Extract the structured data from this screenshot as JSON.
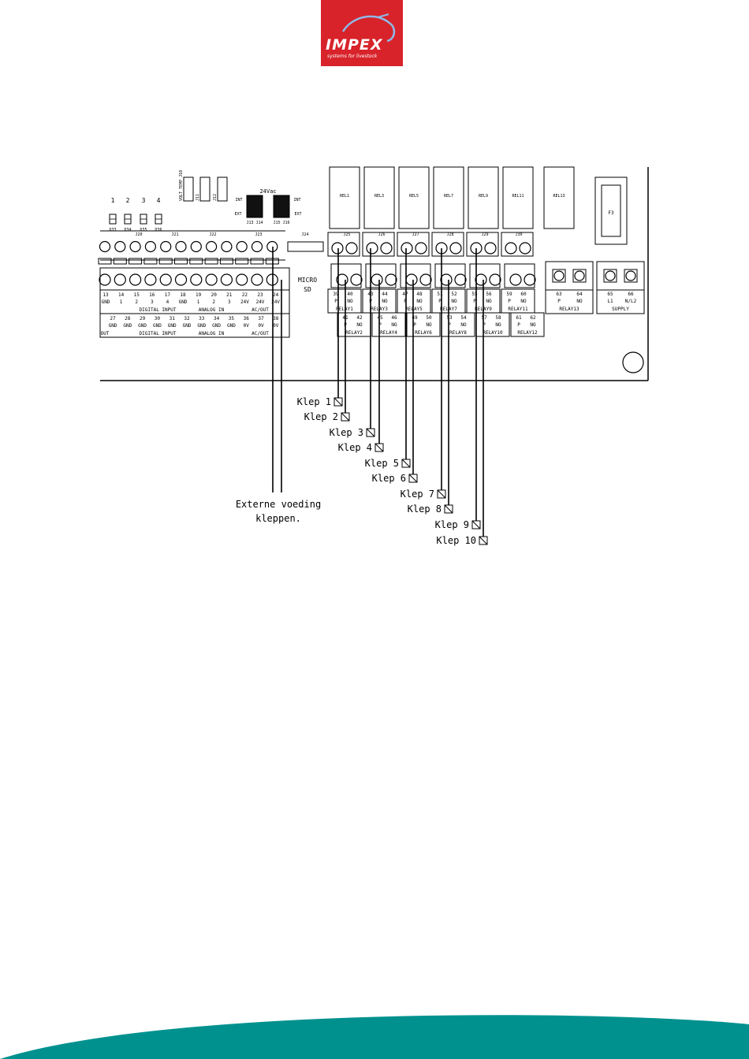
{
  "logo": {
    "brand": "IMPEX",
    "tagline": "systems for livestock",
    "color": "#d8232a"
  },
  "board": {
    "leds": [
      "1",
      "2",
      "3",
      "4"
    ],
    "led_ids": [
      "D33",
      "D34",
      "D35",
      "D36"
    ],
    "jumper_labels": [
      "VOLT TEMP J10",
      "J11",
      "J12"
    ],
    "supply_header": "24Vac",
    "int_label": "INT",
    "ext_label": "EXT",
    "jumper_ids_a": "J13 J14",
    "jumper_ids_b": "J15 J16",
    "connector_ids": [
      "J20",
      "J21",
      "J22",
      "J23",
      "J24",
      "J25",
      "J26",
      "J27",
      "J28",
      "J29",
      "J30"
    ],
    "micro_sd": [
      "MICRO",
      "SD"
    ],
    "relay_coils": [
      "REL1",
      "REL3",
      "REL5",
      "REL7",
      "REL9",
      "REL11",
      "REL13"
    ],
    "fuse": "F3",
    "upper_numbers": [
      "13",
      "14",
      "15",
      "16",
      "17",
      "18",
      "19",
      "20",
      "21",
      "22",
      "23",
      "24"
    ],
    "upper_funcs": [
      "GND",
      "1",
      "2",
      "3",
      "4",
      "GND",
      "1",
      "2",
      "3",
      "24V",
      "24V",
      "24V"
    ],
    "upper_groups": [
      "DIGITAL INPUT",
      "ANALOG IN",
      "AC/OUT"
    ],
    "lower_numbers": [
      "27",
      "28",
      "29",
      "30",
      "31",
      "32",
      "33",
      "34",
      "35",
      "36",
      "37",
      "38"
    ],
    "lower_funcs": [
      "GND",
      "GND",
      "GND",
      "GND",
      "GND",
      "GND",
      "GND",
      "GND",
      "GND",
      "0V",
      "0V",
      "0V"
    ],
    "lower_groups": [
      "DIGITAL INPUT",
      "ANALOG IN",
      "AC/OUT"
    ],
    "left_edge_partial": [
      "OUT"
    ],
    "relay_upper": [
      {
        "n": [
          "39",
          "40"
        ],
        "name": "RELAY1"
      },
      {
        "n": [
          "43",
          "44"
        ],
        "name": "RELAY3"
      },
      {
        "n": [
          "47",
          "48"
        ],
        "name": "RELAY5"
      },
      {
        "n": [
          "51",
          "52"
        ],
        "name": "RELAY7"
      },
      {
        "n": [
          "55",
          "56"
        ],
        "name": "RELAY9"
      },
      {
        "n": [
          "59",
          "60"
        ],
        "name": "RELAY11"
      }
    ],
    "relay_lower": [
      {
        "n": [
          "41",
          "42"
        ],
        "name": "RELAY2"
      },
      {
        "n": [
          "45",
          "46"
        ],
        "name": "RELAY4"
      },
      {
        "n": [
          "49",
          "50"
        ],
        "name": "RELAY6"
      },
      {
        "n": [
          "53",
          "54"
        ],
        "name": "RELAY8"
      },
      {
        "n": [
          "57",
          "58"
        ],
        "name": "RELAY10"
      },
      {
        "n": [
          "61",
          "62"
        ],
        "name": "RELAY12"
      }
    ],
    "relay_pins": [
      "P",
      "NO"
    ],
    "relay13": {
      "n": [
        "63",
        "64"
      ],
      "pins": [
        "P",
        "NO"
      ],
      "name": "RELAY13"
    },
    "supply": {
      "n": [
        "65",
        "66"
      ],
      "pins": [
        "L1",
        "N/L2"
      ],
      "name": "SUPPLY"
    }
  },
  "valves": [
    "Klep 1",
    "Klep 2",
    "Klep 3",
    "Klep 4",
    "Klep 5",
    "Klep 6",
    "Klep 7",
    "Klep 8",
    "Klep 9",
    "Klep 10"
  ],
  "external_supply": [
    "Externe voeding",
    "kleppen."
  ],
  "footer": {
    "color": "#00918e"
  }
}
